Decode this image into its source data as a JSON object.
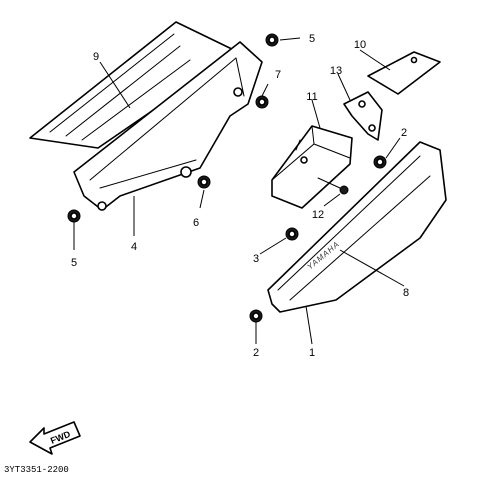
{
  "callouts": [
    "1",
    "2",
    "2",
    "3",
    "4",
    "5",
    "5",
    "6",
    "7",
    "8",
    "9",
    "10",
    "11",
    "12",
    "13"
  ],
  "direction_arrow_text": "FWD",
  "panel_emboss_text": "YAMAHA",
  "diagram_code": "3YT3351-2200"
}
